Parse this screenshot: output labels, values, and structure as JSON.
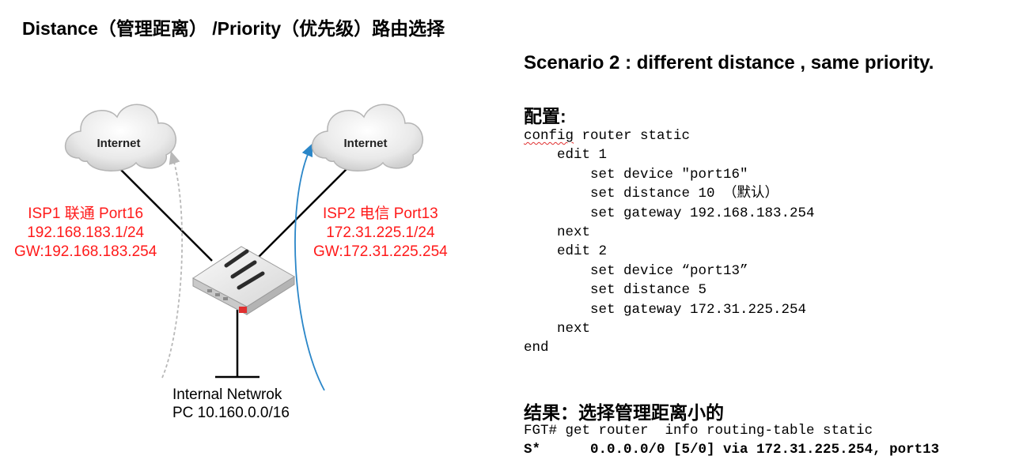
{
  "title": "Distance（管理距离） /Priority（优先级）路由选择",
  "diagram": {
    "cloud_left_label": "Internet",
    "cloud_right_label": "Internet",
    "isp1": [
      "ISP1 联通 Port16",
      "192.168.183.1/24",
      "GW:192.168.183.254"
    ],
    "isp2": [
      "ISP2 电信 Port13",
      "172.31.225.1/24",
      "GW:172.31.225.254"
    ],
    "internal": [
      "Internal Netwrok",
      "PC 10.160.0.0/16"
    ],
    "colors": {
      "isp_text": "#ff1a1a",
      "active_path": "#2a86c8",
      "inactive_path": "#b8b8b8"
    }
  },
  "scenario": "Scenario 2 : different distance , same priority.",
  "config_heading": "配置:",
  "config_lines": [
    "config router static",
    "    edit 1",
    "        set device \"port16\"",
    "        set distance 10 （默认）",
    "        set gateway 192.168.183.254",
    "    next",
    "    edit 2",
    "        set device “port13”",
    "        set distance 5",
    "        set gateway 172.31.225.254",
    "    next",
    "end"
  ],
  "result_heading": "结果：选择管理距离小的",
  "result_lines": [
    "FGT# get router  info routing-table static",
    "S*      0.0.0.0/0 [5/0] via 172.31.225.254, port13"
  ]
}
